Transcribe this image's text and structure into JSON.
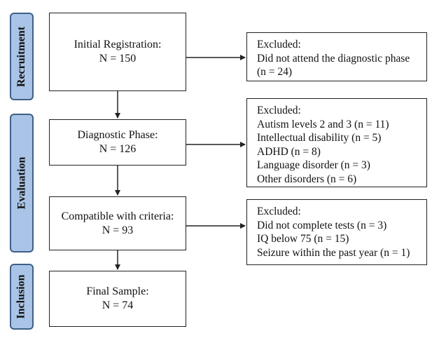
{
  "phases": {
    "recruitment": "Recruitment",
    "evaluation": "Evaluation",
    "inclusion": "Inclusion"
  },
  "steps": [
    {
      "label": "Initial Registration:",
      "n": "N = 150"
    },
    {
      "label": "Diagnostic Phase:",
      "n": "N = 126"
    },
    {
      "label": "Compatible with criteria:",
      "n": "N = 93"
    },
    {
      "label": "Final Sample:",
      "n": "N = 74"
    }
  ],
  "exclusions": [
    {
      "lines": [
        "Excluded:",
        "Did not attend the diagnostic phase",
        "(n = 24)"
      ]
    },
    {
      "lines": [
        "Excluded:",
        "Autism levels 2 and 3 (n = 11)",
        "Intellectual disability (n = 5)",
        "ADHD (n = 8)",
        "Language disorder (n = 3)",
        "Other disorders (n = 6)"
      ]
    },
    {
      "lines": [
        "Excluded:",
        "Did not complete tests (n = 3)",
        "IQ below 75 (n = 15)",
        "Seizure within the past year (n = 1)"
      ]
    }
  ]
}
